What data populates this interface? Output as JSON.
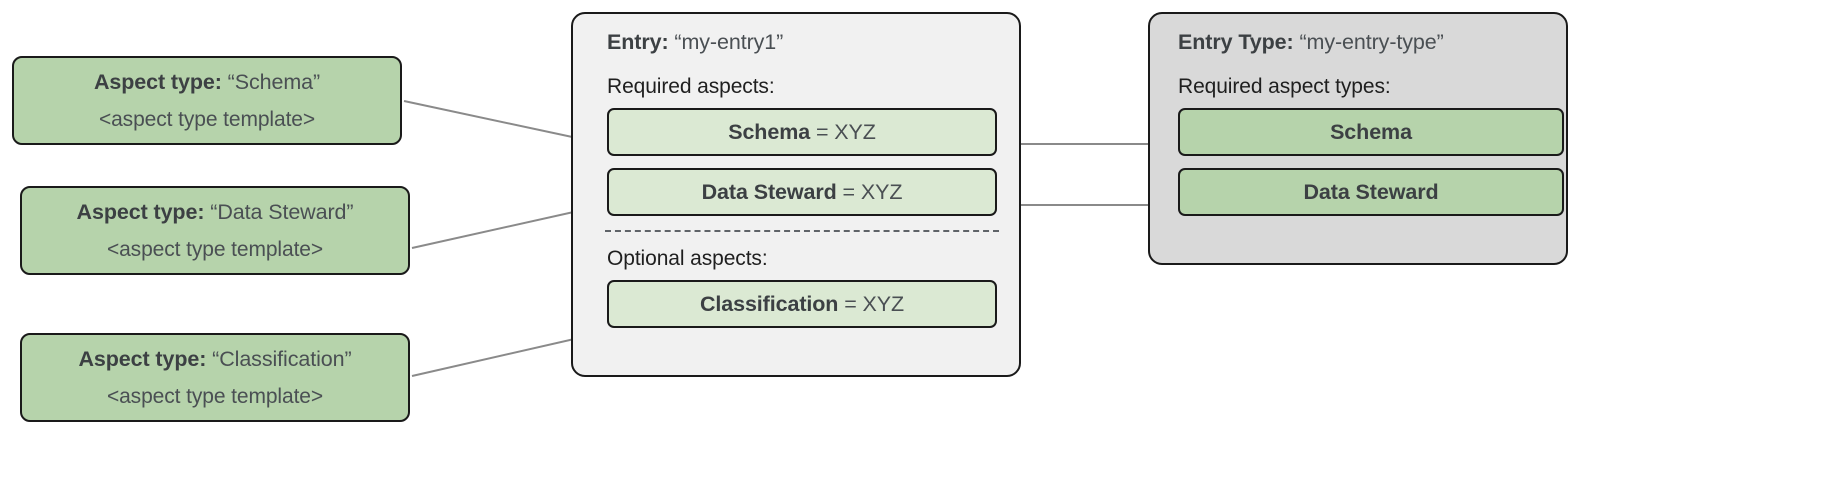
{
  "diagram": {
    "title": "Entry / Entry Type aspect relationship diagram",
    "colors": {
      "aspect_card_fill": "#b6d3ab",
      "aspect_chip_fill": "#dbe9d3",
      "entry_panel_fill": "#f1f1f1",
      "entry_type_panel_fill": "#d9d9d9",
      "border": "#1a1a1a",
      "connector": "#8a8a8a",
      "text": "#3c4043"
    }
  },
  "aspect_types": [
    {
      "label": "Aspect type:",
      "name": "“Schema”",
      "template": "<aspect type template>"
    },
    {
      "label": "Aspect type:",
      "name": "“Data Steward”",
      "template": "<aspect type template>"
    },
    {
      "label": "Aspect type:",
      "name": "“Classification”",
      "template": "<aspect type template>"
    }
  ],
  "entry": {
    "label": "Entry:",
    "name": "“my-entry1”",
    "required_label": "Required aspects:",
    "required_aspects": [
      {
        "name": "Schema",
        "value": "= XYZ"
      },
      {
        "name": "Data Steward",
        "value": "= XYZ"
      }
    ],
    "optional_label": "Optional aspects:",
    "optional_aspects": [
      {
        "name": "Classification",
        "value": "= XYZ"
      }
    ]
  },
  "entry_type": {
    "label": "Entry Type:",
    "name": "“my-entry-type”",
    "required_label": "Required aspect types:",
    "required_aspect_types": [
      {
        "name": "Schema"
      },
      {
        "name": "Data Steward"
      }
    ]
  },
  "connectors": [
    {
      "from": "aspect-type-schema",
      "to": "entry-required-schema"
    },
    {
      "from": "aspect-type-data-steward",
      "to": "entry-required-data-steward"
    },
    {
      "from": "aspect-type-classification",
      "to": "entry-optional-classification"
    },
    {
      "from": "entry-required-schema",
      "to": "entry-type-required-schema"
    },
    {
      "from": "entry-required-data-steward",
      "to": "entry-type-required-data-steward"
    }
  ]
}
